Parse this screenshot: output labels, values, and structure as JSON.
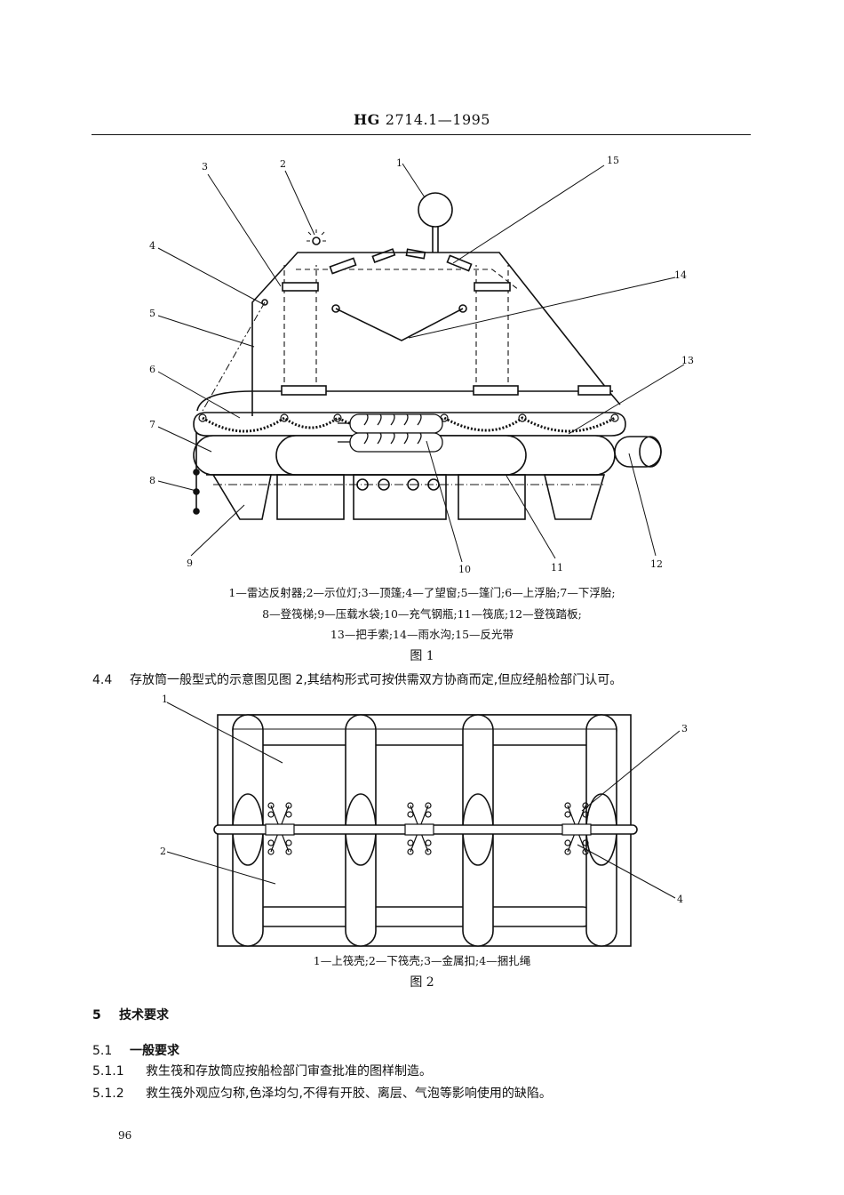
{
  "header": {
    "code": "HG",
    "number": "2714.1—1995"
  },
  "figure1": {
    "callouts": [
      "1",
      "2",
      "3",
      "4",
      "5",
      "6",
      "7",
      "8",
      "9",
      "10",
      "11",
      "12",
      "13",
      "14",
      "15"
    ],
    "legend_lines": [
      "1—雷达反射器;2—示位灯;3—顶篷;4—了望窗;5—篷门;6—上浮胎;7—下浮胎;",
      "8—登筏梯;9—压载水袋;10—充气钢瓶;11—筏底;12—登筏踏板;",
      "13—把手索;14—雨水沟;15—反光带"
    ],
    "caption": "图 1"
  },
  "para_4_4": {
    "number": "4.4",
    "text": "存放筒一般型式的示意图见图 2,其结构形式可按供需双方协商而定,但应经船检部门认可。"
  },
  "figure2": {
    "callouts": [
      "1",
      "2",
      "3",
      "4"
    ],
    "legend": "1—上筏壳;2—下筏壳;3—金属扣;4—捆扎绳",
    "caption": "图 2"
  },
  "section5": {
    "number": "5",
    "title": "技术要求",
    "sub_5_1": {
      "number": "5.1",
      "title": "一般要求"
    },
    "item_5_1_1": {
      "number": "5.1.1",
      "text": "救生筏和存放筒应按船检部门审查批准的图样制造。"
    },
    "item_5_1_2": {
      "number": "5.1.2",
      "text": "救生筏外观应匀称,色泽均匀,不得有开胶、离层、气泡等影响使用的缺陷。"
    }
  },
  "page_number": "96"
}
